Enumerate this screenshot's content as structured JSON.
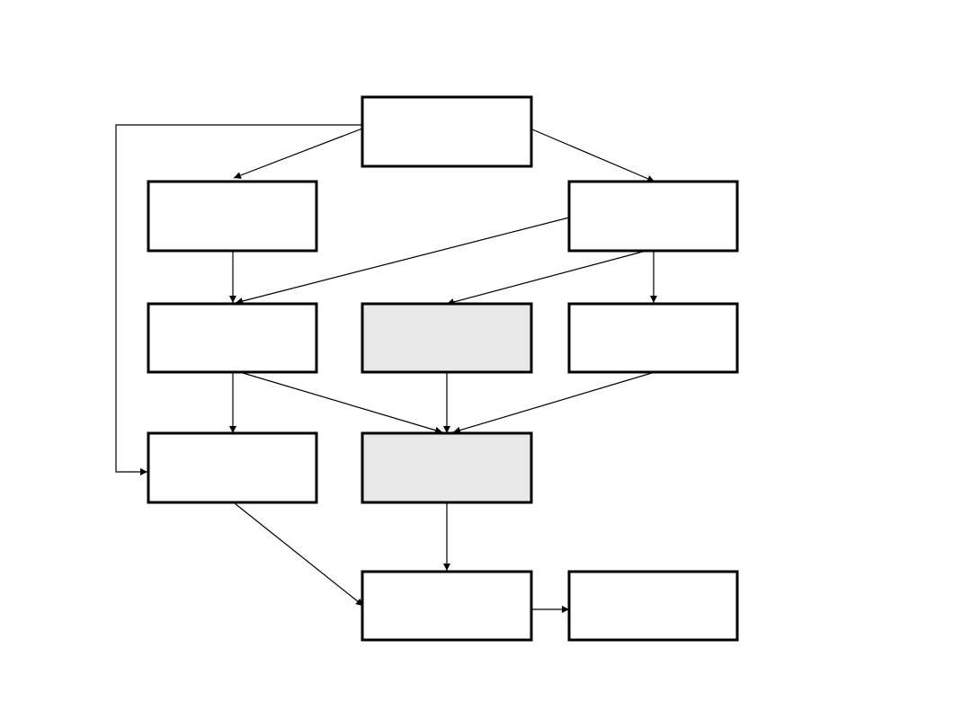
{
  "diagram": {
    "colors": {
      "background": "#ffffff",
      "stroke": "#000000",
      "default_fill": "#ffffff",
      "shaded_fill": "#e8e8e8"
    },
    "nodes": [
      {
        "id": "n1",
        "label": "",
        "shaded": false
      },
      {
        "id": "n2",
        "label": "",
        "shaded": false
      },
      {
        "id": "n3",
        "label": "",
        "shaded": false
      },
      {
        "id": "n4",
        "label": "",
        "shaded": false
      },
      {
        "id": "n5",
        "label": "",
        "shaded": true
      },
      {
        "id": "n6",
        "label": "",
        "shaded": false
      },
      {
        "id": "n7",
        "label": "",
        "shaded": false
      },
      {
        "id": "n8",
        "label": "",
        "shaded": true
      },
      {
        "id": "n9",
        "label": "",
        "shaded": false
      },
      {
        "id": "n10",
        "label": "",
        "shaded": false
      }
    ],
    "edges": [
      {
        "from": "n1",
        "to": "n2"
      },
      {
        "from": "n1",
        "to": "n3"
      },
      {
        "from": "n1",
        "to": "n7"
      },
      {
        "from": "n2",
        "to": "n4"
      },
      {
        "from": "n3",
        "to": "n4"
      },
      {
        "from": "n3",
        "to": "n5"
      },
      {
        "from": "n3",
        "to": "n6"
      },
      {
        "from": "n4",
        "to": "n7"
      },
      {
        "from": "n4",
        "to": "n8"
      },
      {
        "from": "n5",
        "to": "n8"
      },
      {
        "from": "n6",
        "to": "n8"
      },
      {
        "from": "n7",
        "to": "n9"
      },
      {
        "from": "n8",
        "to": "n9"
      },
      {
        "from": "n9",
        "to": "n10"
      }
    ]
  }
}
